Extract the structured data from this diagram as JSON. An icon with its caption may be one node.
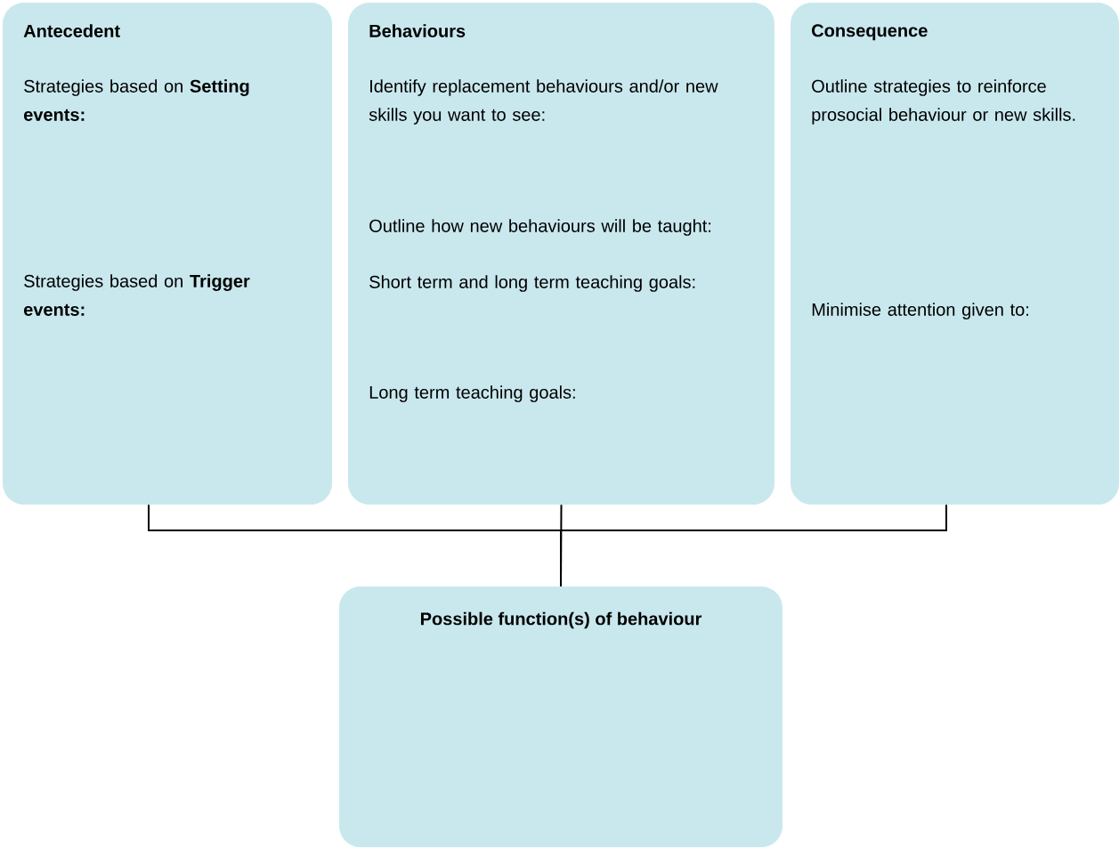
{
  "diagram": {
    "nodes": [
      {
        "text": [
          "Antecedent",
          "Strategies based on **Setting events:**",
          "Strategies based on **Trigger events:**"
        ]
      },
      {
        "text": [
          "Behaviours",
          "Identify replacement behaviours and/or new skills you want to see:",
          "Outline how new behaviours will be taught:",
          "Short term and long term teaching goals:",
          "Long term teaching goals:"
        ]
      },
      {
        "text": [
          "Consequence",
          "Outline strategies to reinforce prosocial behaviour or new skills.",
          "Minimise attention given to:"
        ]
      },
      {
        "text": [
          "Possible function(s) of behaviour"
        ]
      }
    ],
    "edges": [
      {
        "from": 0,
        "to": 3,
        "arrow": "none"
      },
      {
        "from": 1,
        "to": 3,
        "arrow": "none"
      },
      {
        "from": 2,
        "to": 3,
        "arrow": "none"
      }
    ]
  }
}
